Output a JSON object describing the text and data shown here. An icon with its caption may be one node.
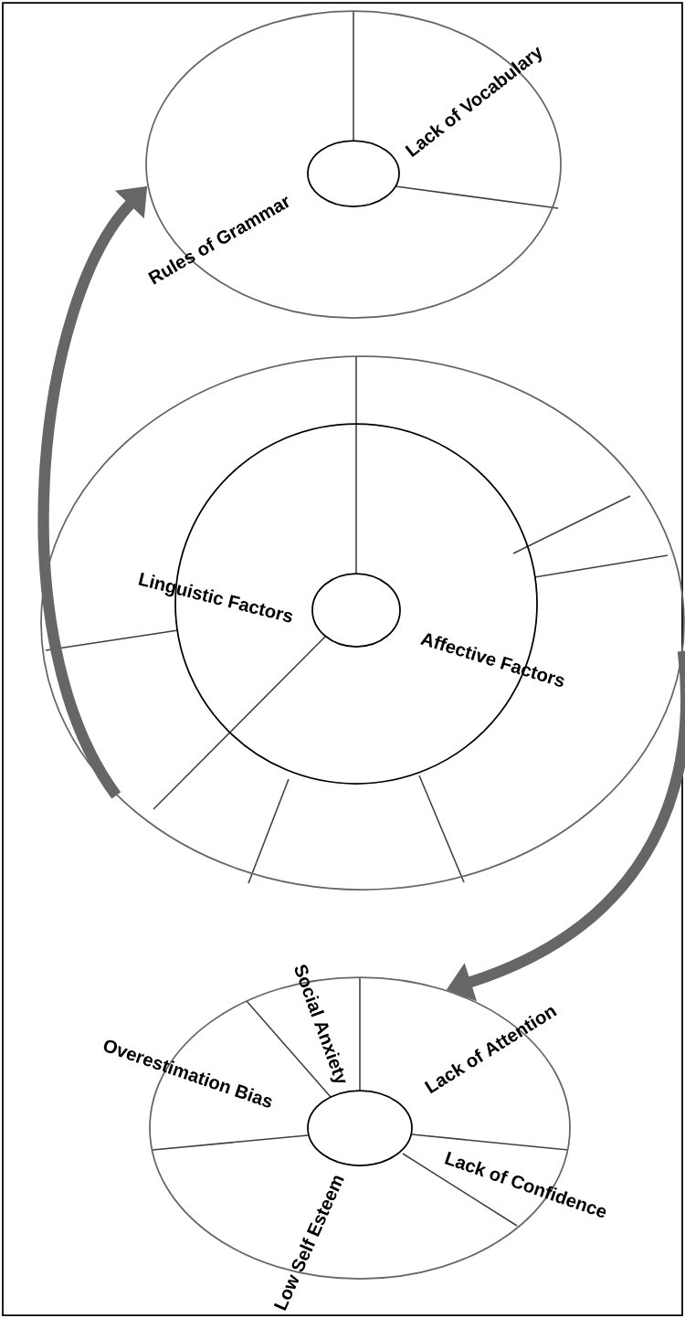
{
  "diagram": {
    "nodes": [
      {
        "text": [
          "Rules of Grammar",
          "Lack of Vocabulary"
        ]
      },
      {
        "text": [],
        "shape": "circle"
      },
      {
        "text": [
          "Social Anxiety",
          "Lack of Attention",
          "Overestimation Bias",
          "Lack of Confidence",
          "Low Self Esteem"
        ]
      },
      {
        "text": [
          "Linguistic Factors",
          "Affective Factors"
        ],
        "in": 1
      },
      {
        "text": [],
        "shape": "circle",
        "in": 0
      },
      {
        "text": [],
        "shape": "circle",
        "in": 3
      },
      {
        "text": [],
        "shape": "circle",
        "in": 2
      }
    ],
    "edges": [
      {
        "from": 1,
        "to": 0,
        "arrow": "to"
      },
      {
        "from": 1,
        "to": 2,
        "arrow": "to"
      }
    ]
  }
}
